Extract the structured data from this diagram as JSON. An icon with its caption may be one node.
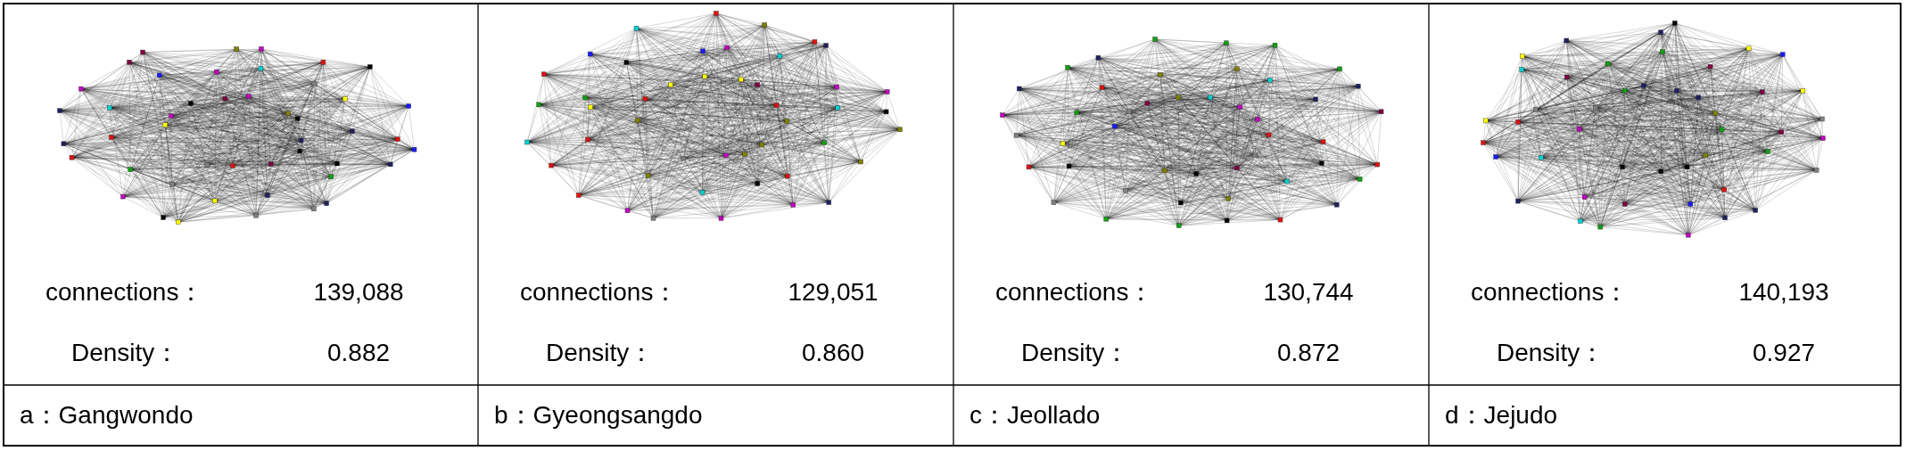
{
  "diagram": {
    "labels": [
      "connections：",
      "139,088",
      "Density：",
      "0.882",
      "connections：",
      "129,051",
      "Density：",
      "0.860",
      "connections：",
      "130,744",
      "Density：",
      "0.872",
      "connections：",
      "140,193",
      "Density：",
      "0.927",
      "a：Gangwondo",
      "b：Gyeongsangdo",
      "c：Jeollado",
      "d：Jejudo"
    ]
  }
}
